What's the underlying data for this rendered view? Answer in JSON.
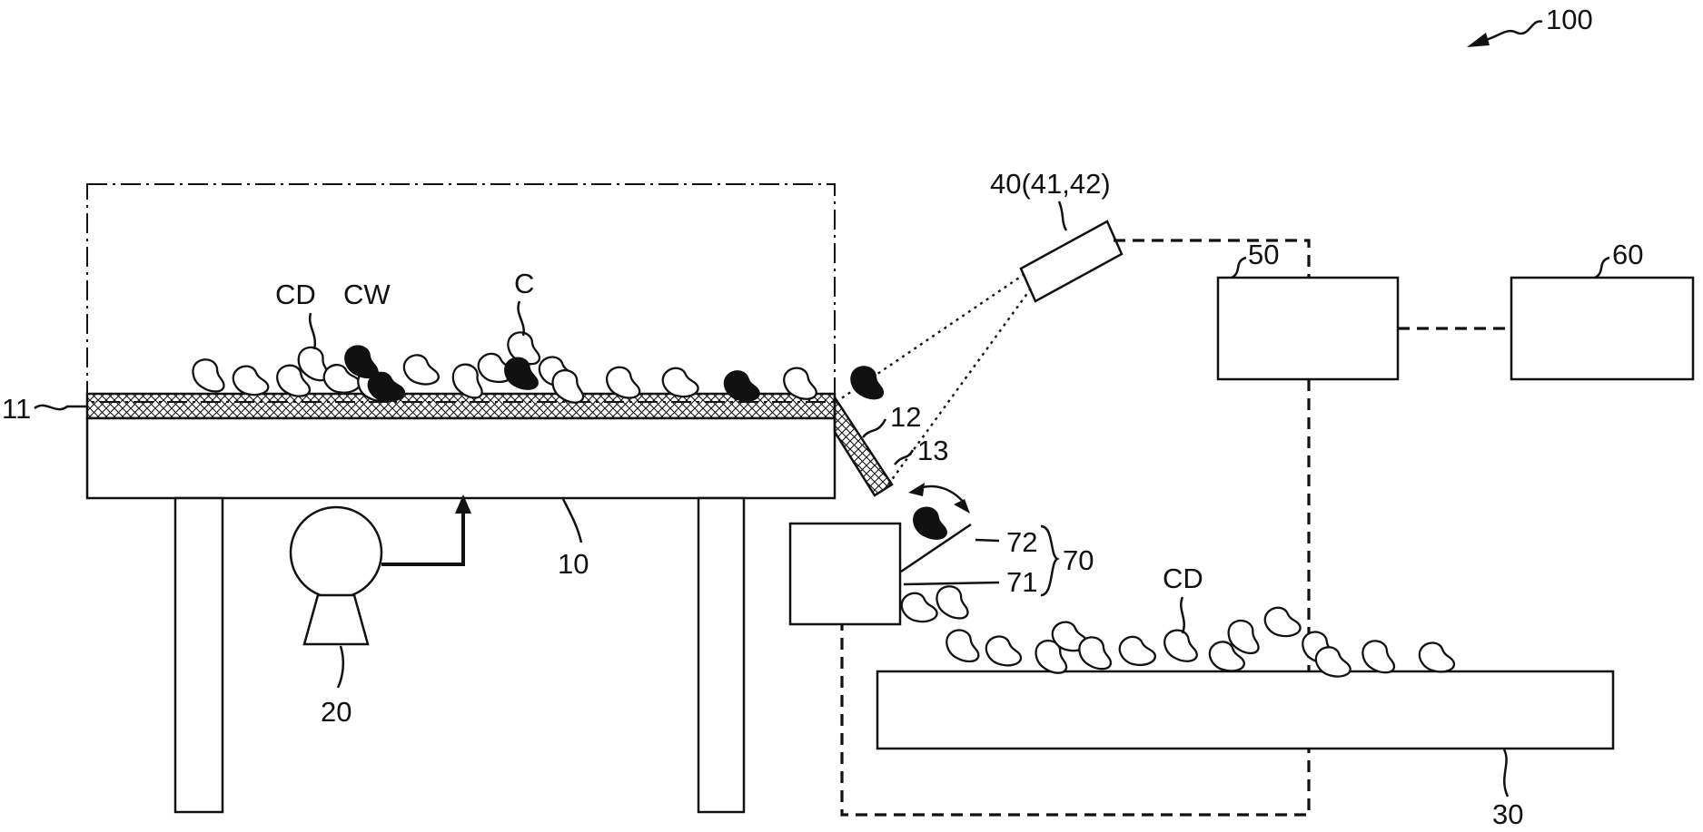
{
  "labels": {
    "system": "100",
    "sieve": "11",
    "table": "10",
    "blower": "20",
    "conveyor": "30",
    "camera": "40(41,42)",
    "controller": "50",
    "unit60": "60",
    "chute": "12",
    "chute_end": "13",
    "flap": "72",
    "actuator": "71",
    "ejector": "70",
    "defect_top": "CD",
    "wormhole": "CW",
    "coffee": "C",
    "defect_bottom": "CD"
  }
}
